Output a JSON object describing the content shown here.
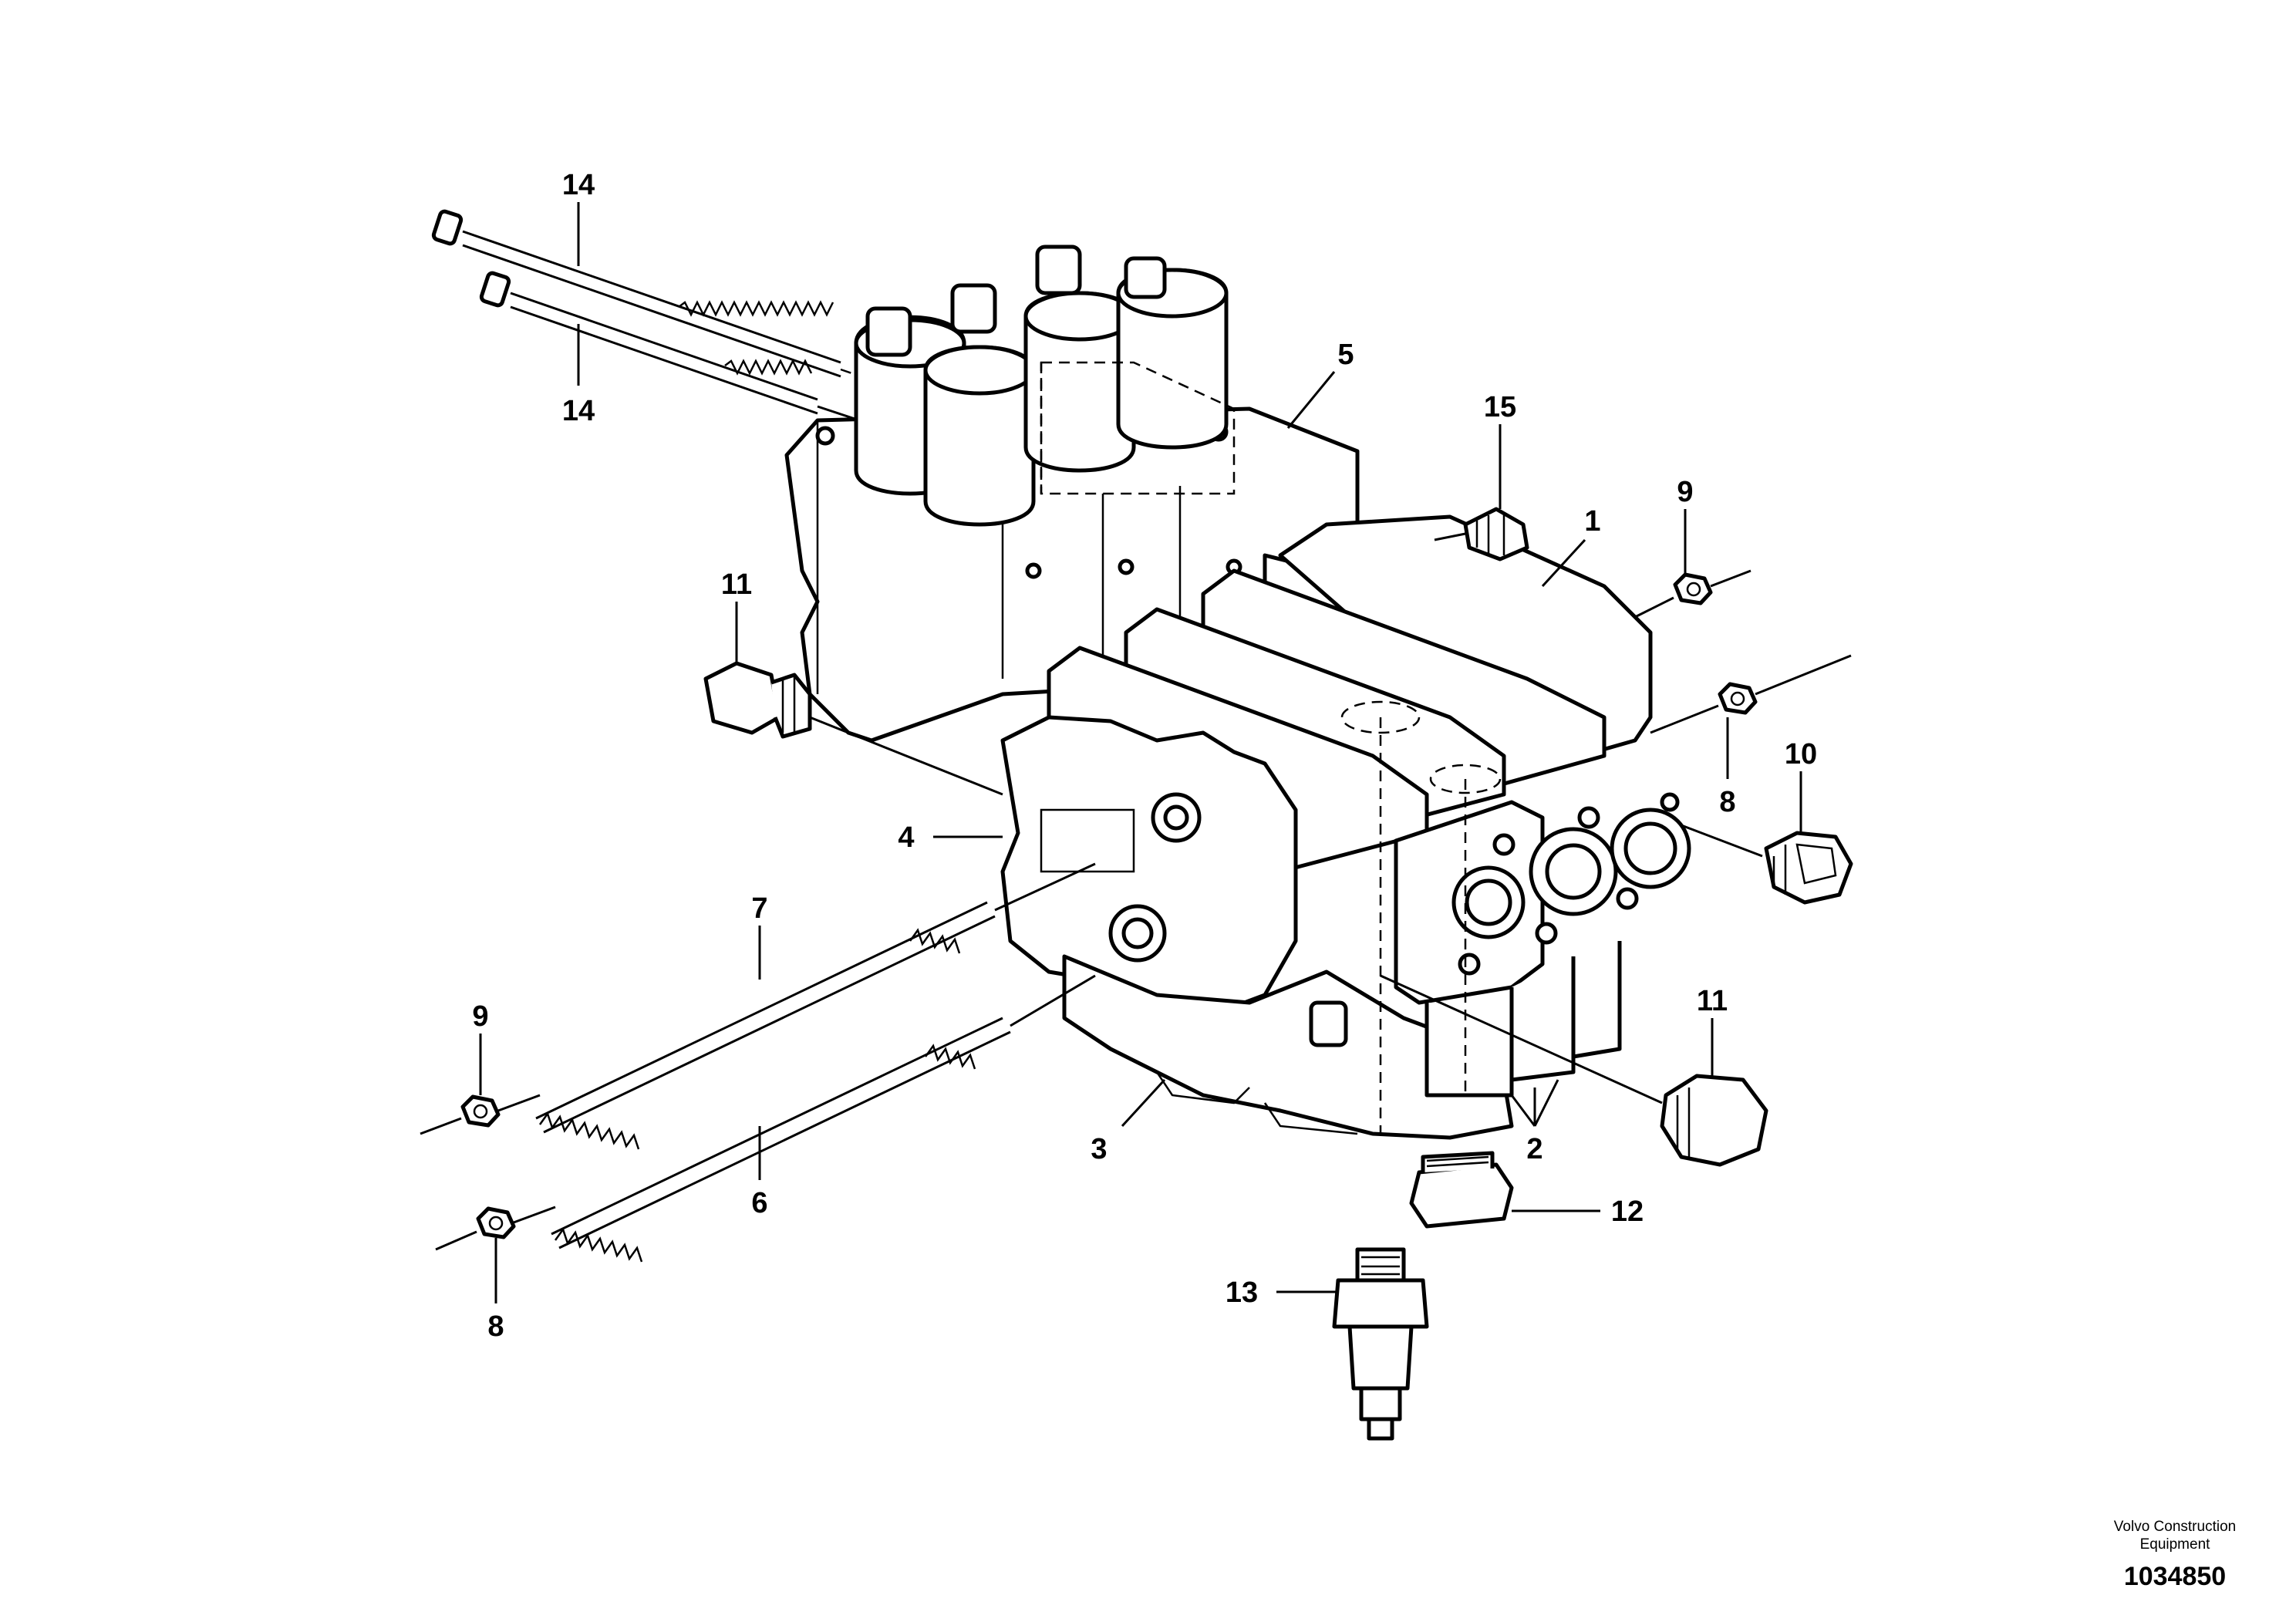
{
  "diagram": {
    "callouts": [
      {
        "id": "c14a",
        "label": "14"
      },
      {
        "id": "c14b",
        "label": "14"
      },
      {
        "id": "c5",
        "label": "5"
      },
      {
        "id": "c15",
        "label": "15"
      },
      {
        "id": "c1",
        "label": "1"
      },
      {
        "id": "c9a",
        "label": "9"
      },
      {
        "id": "c11a",
        "label": "11"
      },
      {
        "id": "c8a",
        "label": "8"
      },
      {
        "id": "c10",
        "label": "10"
      },
      {
        "id": "c4",
        "label": "4"
      },
      {
        "id": "c7",
        "label": "7"
      },
      {
        "id": "c11b",
        "label": "11"
      },
      {
        "id": "c9b",
        "label": "9"
      },
      {
        "id": "c2",
        "label": "2"
      },
      {
        "id": "c3",
        "label": "3"
      },
      {
        "id": "c6",
        "label": "6"
      },
      {
        "id": "c12",
        "label": "12"
      },
      {
        "id": "c8b",
        "label": "8"
      },
      {
        "id": "c13",
        "label": "13"
      }
    ]
  },
  "footer": {
    "company_line1": "Volvo Construction",
    "company_line2": "Equipment",
    "doc_number": "1034850"
  }
}
